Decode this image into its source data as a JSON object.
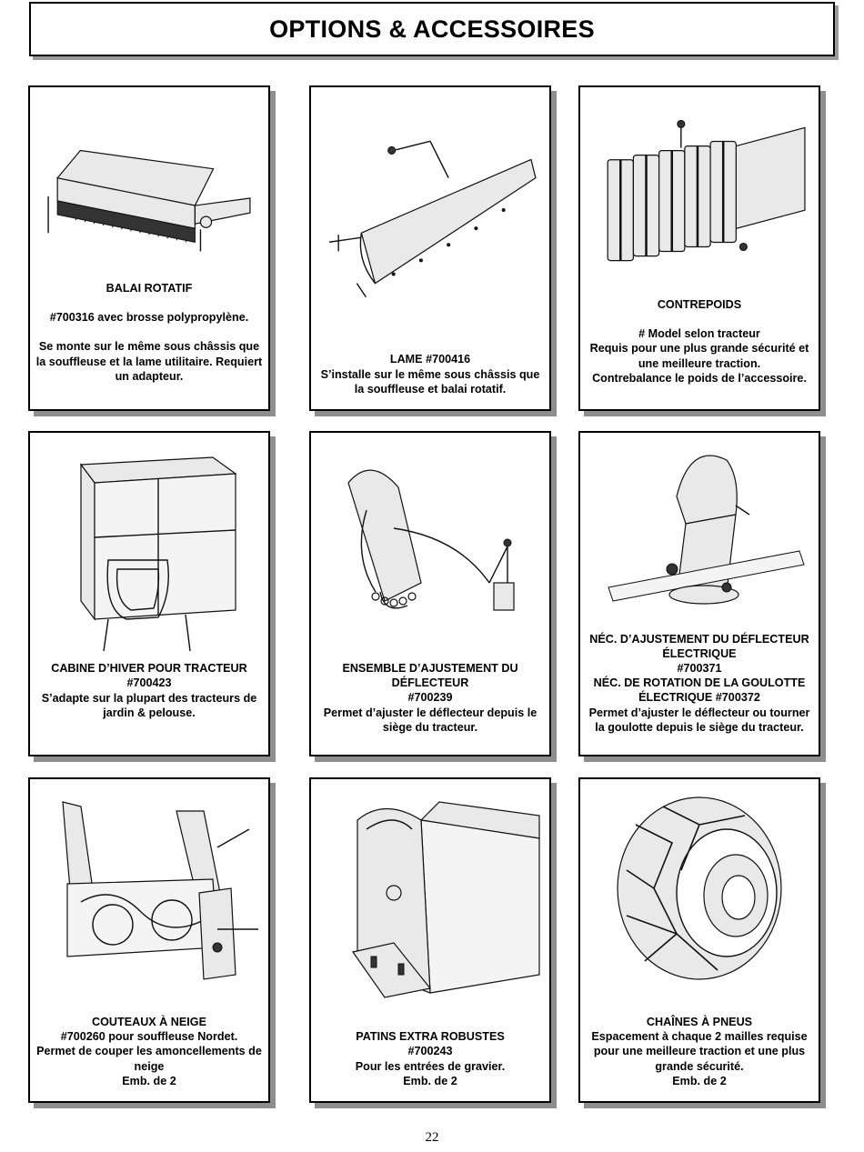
{
  "page_title": "OPTIONS & ACCESSOIRES",
  "page_number": "22",
  "cards": [
    {
      "illustration": "rotary-broom",
      "lines": [
        "BALAI ROTATIF",
        "",
        "#700316 avec brosse polypropylène.",
        "",
        "Se monte sur le même sous châssis que la souffleuse et la lame utilitaire. Requiert un adapteur."
      ]
    },
    {
      "illustration": "blade",
      "lines": [
        "LAME #700416",
        "S’installe sur le même sous châssis que la souffleuse et balai rotatif."
      ]
    },
    {
      "illustration": "counterweights",
      "lines": [
        "CONTREPOIDS",
        "",
        "# Model selon tracteur",
        "Requis pour une plus grande sécurité et une meilleure traction.",
        "Contrebalance le poids de l’accessoire."
      ]
    },
    {
      "illustration": "winter-cab",
      "lines": [
        "CABINE D’HIVER POUR TRACTEUR",
        "#700423",
        "S’adapte sur la plupart des tracteurs de jardin & pelouse."
      ]
    },
    {
      "illustration": "deflector-kit",
      "lines": [
        "ENSEMBLE D’AJUSTEMENT DU DÉFLECTEUR",
        "#700239",
        "Permet d’ajuster le déflecteur depuis le siège du tracteur."
      ]
    },
    {
      "illustration": "electric-chute",
      "lines": [
        "NÉC. D’AJUSTEMENT DU DÉFLECTEUR ÉLECTRIQUE",
        "#700371",
        "NÉC. DE ROTATION DE LA GOULOTTE ÉLECTRIQUE #700372",
        "Permet d’ajuster le déflecteur ou tourner la goulotte depuis le siège du tracteur."
      ]
    },
    {
      "illustration": "snow-cutters",
      "lines": [
        "COUTEAUX À NEIGE",
        "#700260 pour souffleuse Nordet.",
        "Permet de couper les amoncellements de neige",
        "Emb. de 2"
      ]
    },
    {
      "illustration": "skid-shoes",
      "lines": [
        "PATINS EXTRA ROBUSTES",
        "#700243",
        "Pour les entrées de gravier.",
        "Emb. de 2"
      ]
    },
    {
      "illustration": "tire-chains",
      "lines": [
        "CHAÎNES À PNEUS",
        "Espacement à chaque 2 mailles requise pour une meilleure traction et une plus grande sécurité.",
        "Emb. de 2"
      ]
    }
  ]
}
